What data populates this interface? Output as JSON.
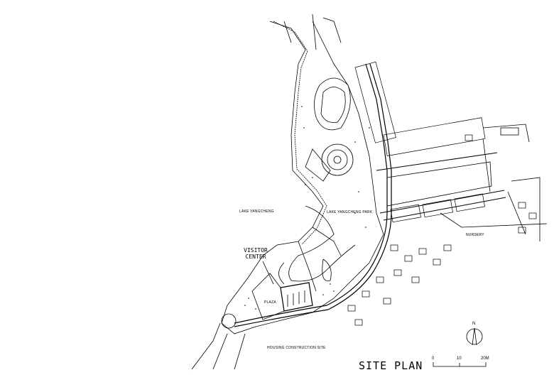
{
  "drawing": {
    "title": "SITE PLAN",
    "north_label": "N",
    "scale_ticks": [
      "0",
      "10",
      "20M"
    ],
    "labels": {
      "lake": "LAKE YANGCHENG",
      "park": "LAKE YANGCHENG PARK",
      "visitor_center": "VISITOR CENTER",
      "plaza": "PLAZA",
      "housing": "HOUSING CONSTRUCTION SITE",
      "nursery": "NURSERY"
    },
    "line_color": "#000000",
    "background": "#ffffff"
  }
}
